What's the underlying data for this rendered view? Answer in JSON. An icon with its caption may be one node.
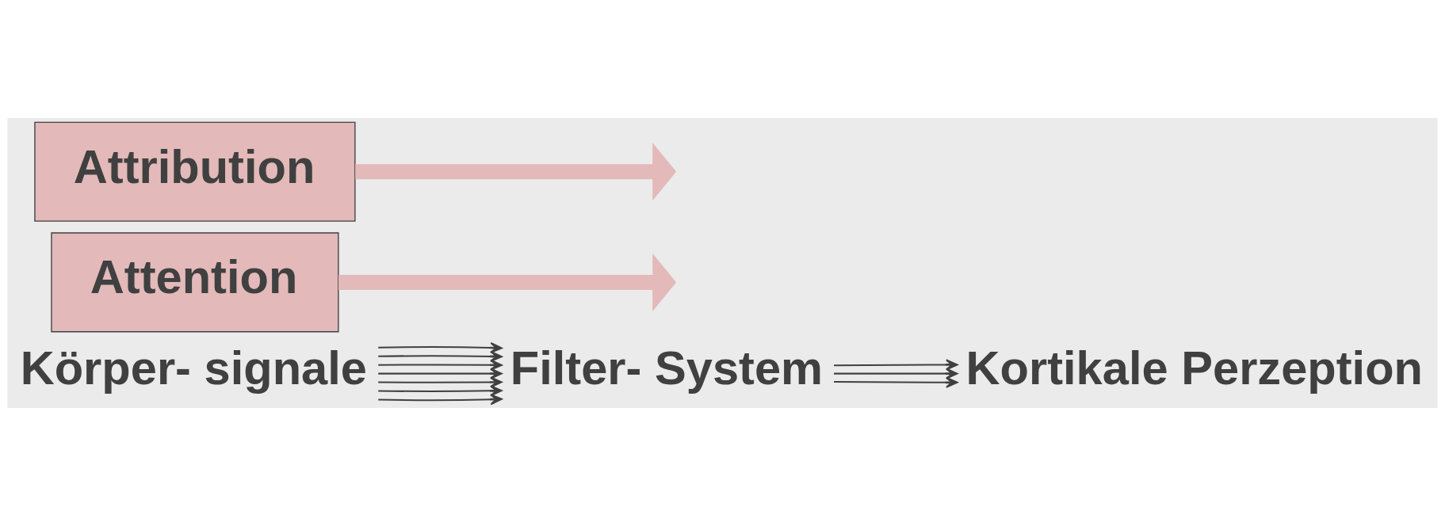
{
  "diagram": {
    "nodes": [
      {
        "text": [
          "Körper- signale"
        ]
      },
      {
        "text": [
          "Filter- System"
        ]
      },
      {
        "text": [
          "Kortikale Perzeption"
        ]
      },
      {
        "text": [
          "Attention"
        ]
      },
      {
        "text": [
          "Attribution"
        ]
      }
    ],
    "edges": [
      {
        "from": 0,
        "to": 1,
        "arrow": "to"
      },
      {
        "from": 0,
        "to": 1,
        "arrow": "to"
      },
      {
        "from": 0,
        "to": 1,
        "arrow": "to"
      },
      {
        "from": 0,
        "to": 1,
        "arrow": "to"
      },
      {
        "from": 0,
        "to": 1,
        "arrow": "to"
      },
      {
        "from": 0,
        "to": 1,
        "arrow": "to"
      },
      {
        "from": 0,
        "to": 1,
        "arrow": "to"
      },
      {
        "from": 1,
        "to": 2,
        "arrow": "to"
      },
      {
        "from": 1,
        "to": 2,
        "arrow": "to"
      },
      {
        "from": 1,
        "to": 2,
        "arrow": "to"
      },
      {
        "from": 3,
        "to": null,
        "arrow": "to",
        "style": "thick",
        "color": "#e3b9b9"
      },
      {
        "from": 4,
        "to": null,
        "arrow": "to",
        "style": "thick",
        "color": "#e3b9b9"
      }
    ]
  }
}
